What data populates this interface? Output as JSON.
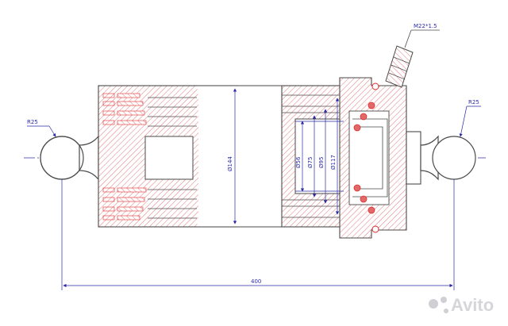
{
  "drawing": {
    "thread_label": "M22*1.5",
    "radius_left": "R25",
    "radius_right": "R25",
    "dia_piston": "Ø144",
    "dia_1": "Ø56",
    "dia_2": "Ø75",
    "dia_3": "Ø95",
    "dia_4": "Ø117",
    "overall_length": "400"
  },
  "watermark": {
    "text": "Avito"
  },
  "colors": {
    "outline": "#4a4a4a",
    "hatch": "#e06a6a",
    "seal": "#e02a2a",
    "dimension": "#2a2aa8",
    "centerline": "#3030a0"
  }
}
